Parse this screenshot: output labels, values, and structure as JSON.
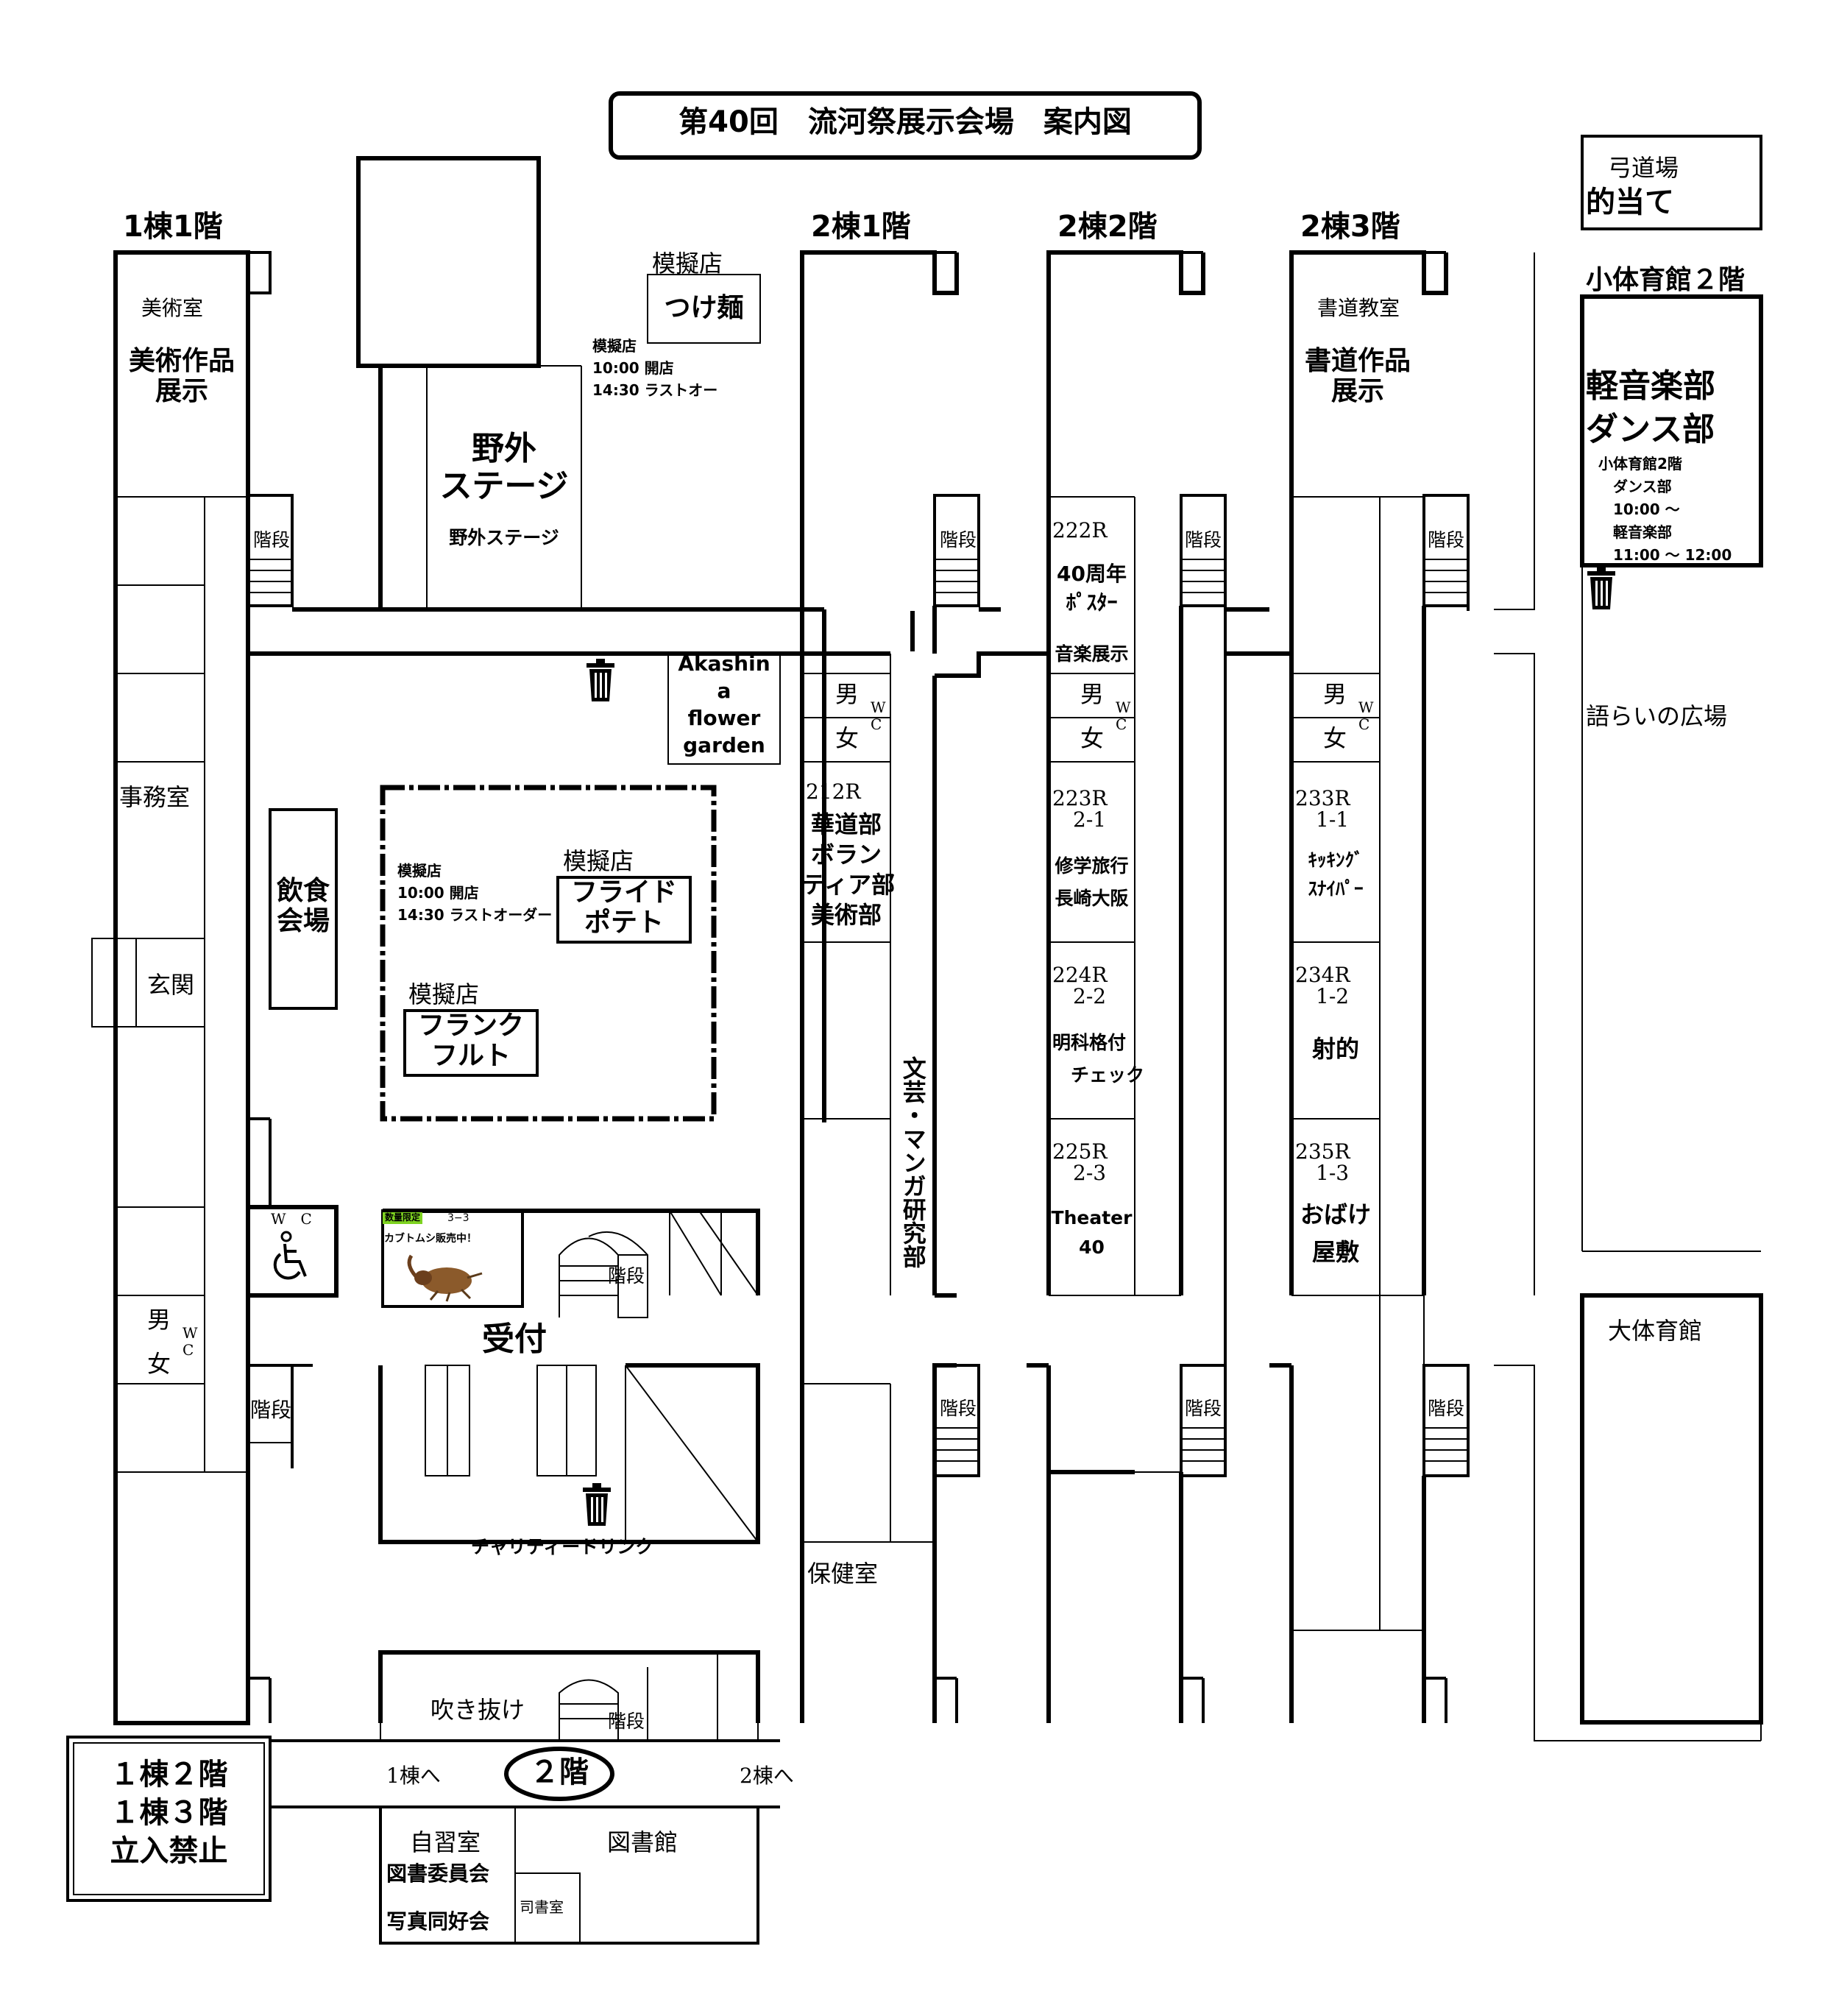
{
  "title": "第40回　流河祭展示会場　案内図",
  "wings": {
    "w1f1": "1棟1階",
    "w2f1": "2棟1階",
    "w2f2": "2棟2階",
    "w2f3": "2棟3階",
    "small_gym_2f": "小体育館２階"
  },
  "wing1": {
    "art_room": "美術室",
    "art_exhibit": "美術作品\n展示",
    "stairs_top": "階段",
    "office": "事務室",
    "entrance": "玄関",
    "wc_m": "男",
    "wc_f": "女",
    "wc": "W\nC",
    "stairs_bottom": "階段"
  },
  "courtyard": {
    "outdoor_stage": "野外\nステージ",
    "outdoor_stage_sub": "野外ステージ",
    "tsukemen_tag": "模擬店",
    "tsukemen": "つけ麺",
    "tsukemen_hours": "模擬店\n10:00 開店\n14:30 ラストオー",
    "akashina": "Akashin\na\nflower\ngarden",
    "dining": "飲食\n会場",
    "fries_info": "模擬店\n10:00 開店\n14:30 ラストオーダー",
    "fries_tag": "模擬店",
    "fries": "フライド\nポテト",
    "frank_tag": "模擬店",
    "frank": "フランク\nフルト",
    "wc_label": "W　C",
    "beetle_badge": "数量限定",
    "beetle_class": "3−3",
    "beetle_title": "カブトムシ販売中！",
    "stairs": "階段",
    "reception": "受付",
    "charity": "チャリティードリンク"
  },
  "wing2f1": {
    "wc_m": "男",
    "wc_f": "女",
    "wc": "W\nC",
    "room212": "212R",
    "room212_clubs": "華道部\nボラン\nティア部\n美術部",
    "manga": "文芸・マンガ研究部",
    "stairs_top": "階段",
    "stairs_bottom": "階段",
    "nurse": "保健室"
  },
  "wing2f2": {
    "room222": "222R",
    "room222_text": "40周年\nﾎﾟｽﾀｰ",
    "room222_music": "音楽展示",
    "wc_m": "男",
    "wc_f": "女",
    "wc": "W\nC",
    "room223": "223R\n　2-1",
    "room223_text": "修学旅行\n長崎大阪",
    "room224": "224R\n　2-2",
    "room224_text": "明科格付\n　チェック",
    "room225": "225R\n　2-3",
    "room225_text": "Theater\n40",
    "stairs_top": "階段",
    "stairs_bottom": "階段"
  },
  "wing2f3": {
    "calligraphy_room": "書道教室",
    "calligraphy_exhibit": "書道作品\n展示",
    "wc_m": "男",
    "wc_f": "女",
    "wc": "W\nC",
    "room233": "233R\n　1-1",
    "room233_text": "ｷｯｷﾝｸﾞ\nｽﾅｲﾊﾟｰ",
    "room234": "234R\n　1-2",
    "room234_text": "射的",
    "room235": "235R\n　1-3",
    "room235_text": "おばけ\n屋敷",
    "stairs_top": "階段",
    "stairs_bottom": "階段"
  },
  "east": {
    "archery": "弓道場",
    "archery_event": "的当て",
    "lightmusic": "軽音楽部\nダンス部",
    "schedule": "小体育館2階\n　ダンス部\n　10:00 ～\n　軽音楽部\n　11:00 ～ 12:00",
    "plaza": "語らいの広場",
    "big_gym": "大体育館"
  },
  "second_floor": {
    "atrium": "吹き抜け",
    "stairs": "階段",
    "to_w1": "1棟へ",
    "label": "２階",
    "to_w2": "2棟へ",
    "study": "自習室",
    "library_committee": "図書委員会",
    "photo_club": "写真同好会",
    "librarian": "司書室",
    "library": "図書館"
  },
  "notice": "１棟２階\n１棟３階\n立入禁止",
  "icons": [
    "trash-icon",
    "trash-icon",
    "trash-icon",
    "trash-icon",
    "wheelchair-icon",
    "beetle-icon"
  ]
}
